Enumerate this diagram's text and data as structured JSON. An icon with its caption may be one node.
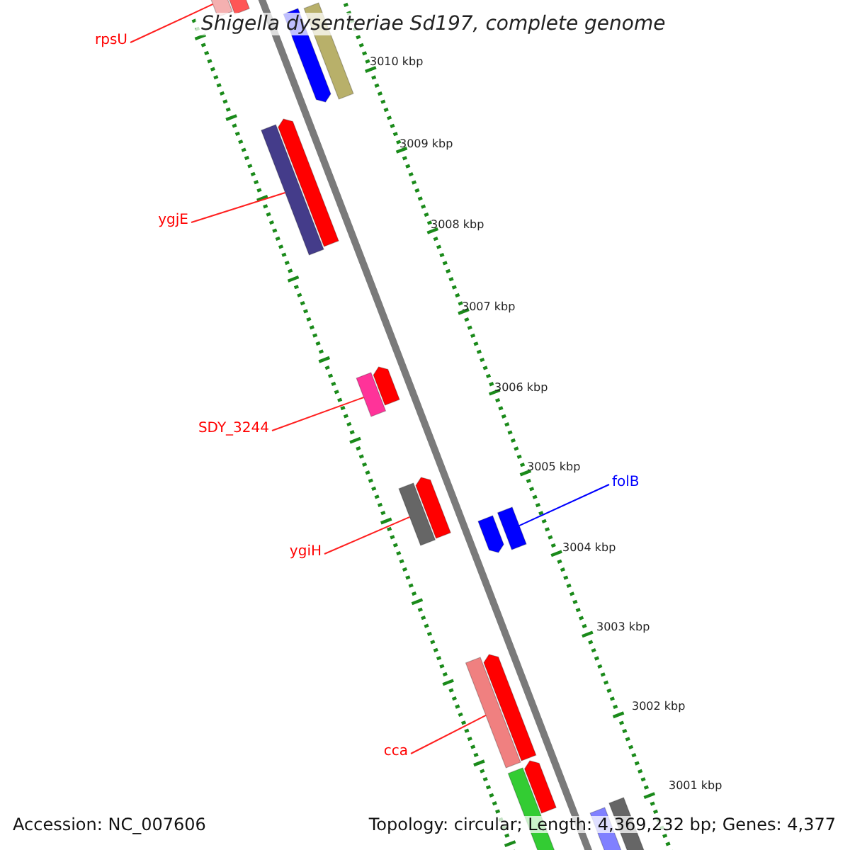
{
  "diagram": {
    "title": "Shigella dysenteriae Sd197, complete genome",
    "nodes": [
      {
        "text": [
          "rpsU"
        ]
      },
      {
        "text": [],
        "shape": "bar"
      },
      {
        "text": [],
        "shape": "arrow"
      },
      {
        "text": [],
        "shape": "arrow"
      },
      {
        "text": [],
        "shape": "bar"
      },
      {
        "text": [
          "ygjE"
        ]
      },
      {
        "text": [],
        "shape": "bar"
      },
      {
        "text": [],
        "shape": "arrow"
      },
      {
        "text": [
          "SDY_3244"
        ]
      },
      {
        "text": [],
        "shape": "bar"
      },
      {
        "text": [],
        "shape": "arrow"
      },
      {
        "text": [
          "folB"
        ]
      },
      {
        "text": [],
        "shape": "bar"
      },
      {
        "text": [],
        "shape": "arrow"
      },
      {
        "text": [],
        "shape": "arrow"
      },
      {
        "text": [],
        "shape": "bar"
      },
      {
        "text": [
          "ygiH"
        ]
      },
      {
        "text": [],
        "shape": "bar"
      },
      {
        "text": [],
        "shape": "arrow"
      },
      {
        "text": [
          "cca"
        ]
      },
      {
        "text": [],
        "shape": "bar"
      },
      {
        "text": [],
        "shape": "arrow"
      },
      {
        "text": [],
        "shape": "arrow"
      },
      {
        "text": [],
        "shape": "bar"
      }
    ],
    "edges": [
      {
        "from": 0,
        "to": 1,
        "arrow": "none"
      },
      {
        "from": 5,
        "to": 6,
        "arrow": "none"
      },
      {
        "from": 8,
        "to": 9,
        "arrow": "none"
      },
      {
        "from": 11,
        "to": 15,
        "arrow": "none",
        "color": "#0000ff"
      },
      {
        "from": 16,
        "to": 12,
        "arrow": "none"
      },
      {
        "from": 19,
        "to": 17,
        "arrow": "none"
      }
    ],
    "labels": [
      "3010 kbp",
      "3009 kbp",
      "3008 kbp",
      "3007 kbp",
      "3006 kbp",
      "3005 kbp",
      "3004 kbp",
      "3003 kbp",
      "3002 kbp",
      "3001 kbp",
      "Accession: NC_007606",
      "Topology: circular; Length: 4,369,232 bp; Genes: 4,377"
    ]
  }
}
